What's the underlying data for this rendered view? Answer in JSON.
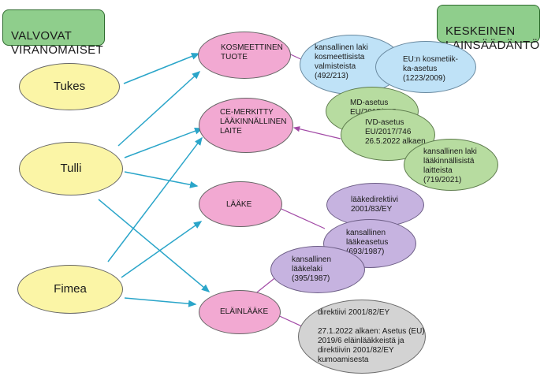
{
  "headers": {
    "left": "VALVOVAT\nVIRANOMAISET",
    "right": "KESKEINEN\nLAINSÄÄDÄNTÖ"
  },
  "authorities": {
    "tukes": "Tukes",
    "tulli": "Tulli",
    "fimea": "Fimea"
  },
  "products": {
    "kosmeettinen": "KOSMEETTINEN\nTUOTE",
    "ce": "CE-MERKITTY\nLÄÄKINNÄLLINEN\nLAITE",
    "laake": "LÄÄKE",
    "elainlaake": "ELÄINLÄÄKE"
  },
  "laws": {
    "kosm_kansallinen": "kansallinen laki\nkosmeettisista\nvalmisteista\n(492/213)",
    "kosm_eu": "EU:n kosmetiik-\nka-asetus\n(1223/2009)",
    "md": "MD-asetus\nEU/2017/745",
    "ivd": "IVD-asetus\nEU/2017/746\n26.5.2022 alkaen",
    "laite_kansallinen": "kansallinen laki\nlääkinnällisistä\nlaitteista\n(719/2021)",
    "laakedirektiivi": "lääkedirektiivi\n2001/83/EY",
    "laakeasetus": "kansallinen\nlääkeasetus\n(693/1987)",
    "laakelaki": "kansallinen\nlääkelaki\n(395/1987)",
    "elain": "direktiivi 2001/82/EY\n\n27.1.2022 alkaen: Asetus (EU)\n2019/6 eläinlääkkeistä ja\ndirektiivin 2001/82/EY\nkumoamisesta"
  },
  "colors": {
    "authority_arrow": "#2aa5c9",
    "law_arrow": "#a24aa6"
  }
}
